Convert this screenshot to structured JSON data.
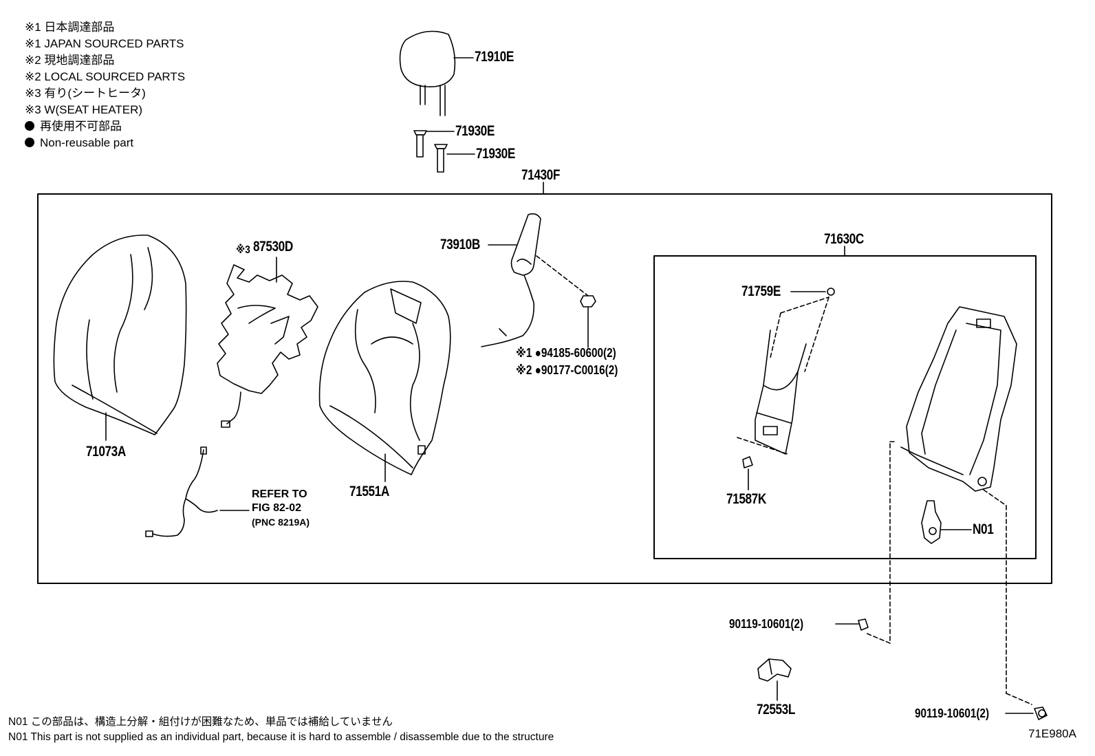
{
  "legend": [
    {
      "text": "※1 日本調達部品",
      "bullet": false
    },
    {
      "text": "※1 JAPAN SOURCED PARTS",
      "bullet": false
    },
    {
      "text": "※2 現地調達部品",
      "bullet": false
    },
    {
      "text": "※2 LOCAL SOURCED PARTS",
      "bullet": false
    },
    {
      "text": "※3 有り(シートヒータ)",
      "bullet": false
    },
    {
      "text": "※3 W(SEAT HEATER)",
      "bullet": false
    },
    {
      "text": "再使用不可部品",
      "bullet": true
    },
    {
      "text": "Non-reusable part",
      "bullet": true
    }
  ],
  "parts": {
    "headrest": "71910E",
    "guide_1": "71930E",
    "guide_2": "71930E",
    "seatback_assy": "71430F",
    "cover": "71073A",
    "heater_mark": "※3",
    "heater": "87530D",
    "pad": "71551A",
    "airbag": "73910B",
    "nut_1": "※1 ●94185-60600(2)",
    "nut_2": "※2 ●90177-C0016(2)",
    "frame_assy": "71630C",
    "spring_clip": "71759E",
    "lumbar_clip": "71587K",
    "n01": "N01",
    "bolt_1": "90119-10601(2)",
    "bolt_2": "90119-10601(2)",
    "cover_lower": "72553L"
  },
  "refer": {
    "line1": "REFER TO",
    "line2": "FIG 82-02",
    "line3": "(PNC 8219A)"
  },
  "notes": {
    "ja": "N01 この部品は、構造上分解・組付けが困難なため、単品では補給していません",
    "en": "N01 This part is not supplied as an individual part, because it is hard to assemble / disassemble due to the structure"
  },
  "figure_code": "71E980A"
}
